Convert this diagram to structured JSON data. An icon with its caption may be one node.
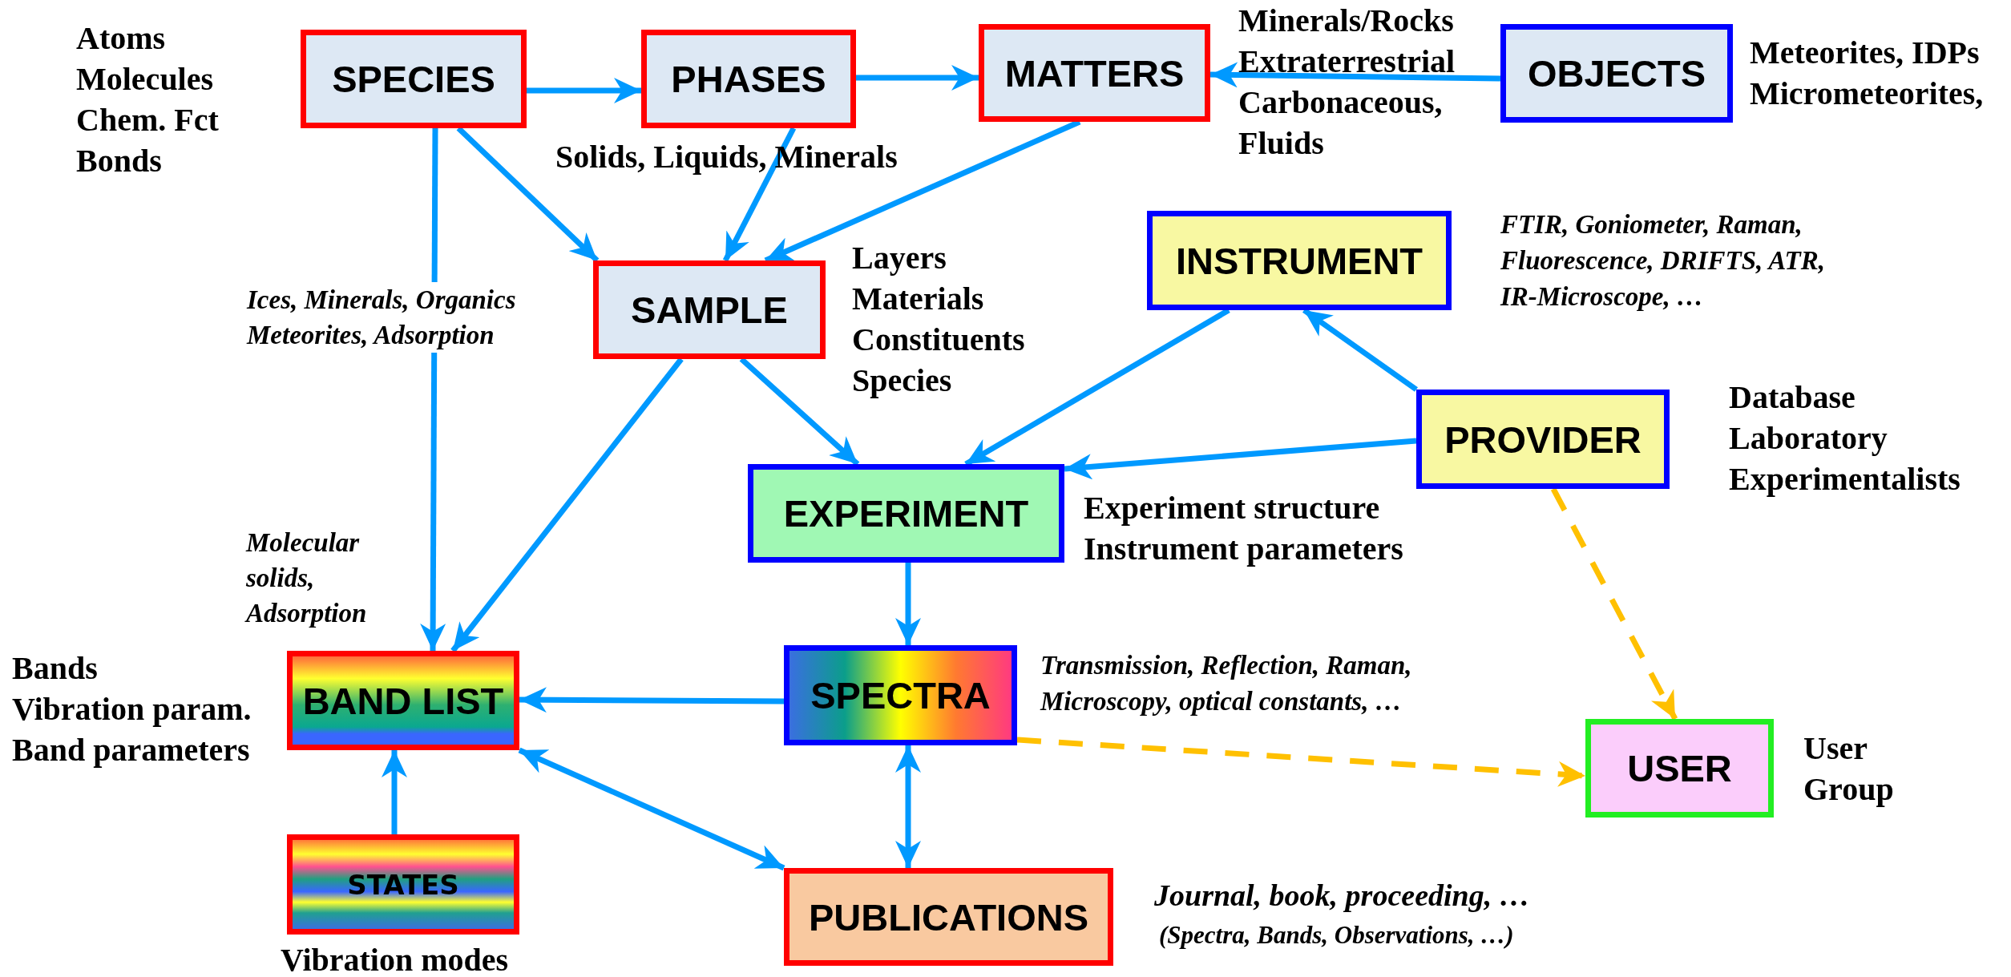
{
  "diagram": {
    "nodes": [
      {
        "text": [
          "SPECIES"
        ],
        "beside": [
          "Atoms",
          "Molecules",
          "Chem. Fct",
          "Bonds"
        ]
      },
      {
        "text": [
          "PHASES"
        ],
        "beside": [
          "Solids, Liquids, Minerals"
        ]
      },
      {
        "text": [
          "MATTERS"
        ],
        "beside": [
          "Minerals/Rocks",
          "Extraterrestrial",
          "Carbonaceous,",
          "Fluids"
        ]
      },
      {
        "text": [
          "OBJECTS"
        ],
        "beside": [
          "Meteorites,  IDPs",
          "Micrometeorites,"
        ]
      },
      {
        "text": [
          "SAMPLE"
        ],
        "beside": [
          "Layers",
          "Materials",
          "Constituents",
          "Species"
        ]
      },
      {
        "text": [
          "INSTRUMENT"
        ],
        "beside": [
          "FTIR, Goniometer, Raman, Fluorescence, DRIFTS, ATR, IR-Microscope, …"
        ]
      },
      {
        "text": [
          "PROVIDER"
        ],
        "beside": [
          "Database",
          "Laboratory",
          "Experimentalists"
        ]
      },
      {
        "text": [
          "EXPERIMENT"
        ],
        "beside": [
          "Experiment structure",
          "Instrument parameters"
        ]
      },
      {
        "text": [
          "SPECTRA"
        ],
        "beside": [
          "Transmission, Reflection, Raman, Microscopy, optical constants, …"
        ]
      },
      {
        "text": [
          "BAND LIST"
        ],
        "beside": [
          "Bands",
          "Vibration param.",
          "Band parameters"
        ]
      },
      {
        "text": [
          "STATES"
        ],
        "beside": [
          "Vibration modes"
        ]
      },
      {
        "text": [
          "PUBLICATIONS"
        ],
        "beside": [
          "Journal, book, proceeding, …",
          "(Spectra, Bands, Observations, …)"
        ]
      },
      {
        "text": [
          "USER"
        ],
        "beside": [
          "User",
          "Group"
        ]
      }
    ],
    "edges": [
      {
        "from": 0,
        "to": 1,
        "arrow": "to"
      },
      {
        "from": 1,
        "to": 2,
        "arrow": "to"
      },
      {
        "from": 3,
        "to": 2,
        "arrow": "to"
      },
      {
        "from": 0,
        "to": 4,
        "arrow": "to"
      },
      {
        "from": 1,
        "to": 4,
        "arrow": "to"
      },
      {
        "from": 2,
        "to": 4,
        "arrow": "to"
      },
      {
        "from": 0,
        "to": 9,
        "arrow": "to",
        "label": "Ices, Minerals, Organics Meteorites, Adsorption"
      },
      {
        "from": 4,
        "to": 9,
        "arrow": "to"
      },
      {
        "from": 4,
        "to": 7,
        "arrow": "to"
      },
      {
        "from": 5,
        "to": 7,
        "arrow": "to"
      },
      {
        "from": 6,
        "to": 5,
        "arrow": "to"
      },
      {
        "from": 6,
        "to": 7,
        "arrow": "to"
      },
      {
        "from": 6,
        "to": 12,
        "arrow": "to",
        "style": "dashed",
        "color": "#ffc000"
      },
      {
        "from": 7,
        "to": 8,
        "arrow": "to"
      },
      {
        "from": 8,
        "to": 9,
        "arrow": "to"
      },
      {
        "from": 8,
        "to": 12,
        "arrow": "to",
        "style": "dashed",
        "color": "#ffc000"
      },
      {
        "from": 8,
        "to": 11,
        "arrow": "both"
      },
      {
        "from": 9,
        "to": 11,
        "arrow": "both"
      },
      {
        "from": 10,
        "to": 9,
        "arrow": "to"
      }
    ],
    "labels": [
      "Molecular solids, Adsorption"
    ]
  }
}
